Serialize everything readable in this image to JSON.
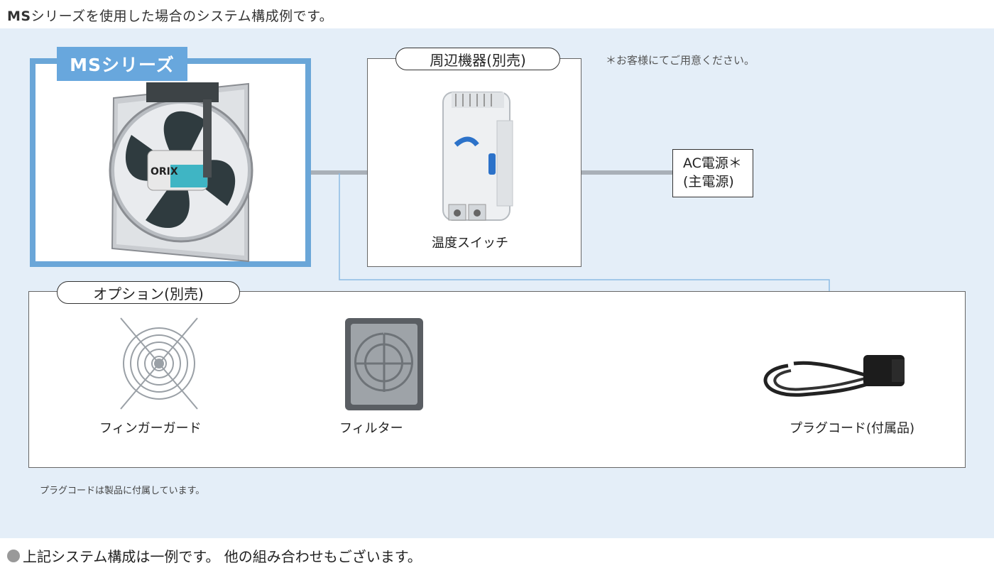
{
  "header": {
    "series": "MS",
    "text": "シリーズを使用した場合のシステム構成例です。"
  },
  "ms_series": {
    "tag": "MSシリーズ"
  },
  "peripherals": {
    "title": "周辺機器(別売)",
    "note": "＊お客様にてご用意ください。",
    "item_label": "温度スイッチ"
  },
  "ac_power": {
    "line1": "AC電源＊",
    "line2": "(主電源)"
  },
  "options": {
    "title": "オプション(別売)",
    "items": [
      {
        "label": "フィンガーガード"
      },
      {
        "label": "フィルター"
      },
      {
        "label": "プラグコード(付属品)"
      }
    ]
  },
  "footnote": "プラグコードは製品に付属しています。",
  "bottom_note": "上記システム構成は一例です。 他の組み合わせもございます。",
  "colors": {
    "background": "#e4eef8",
    "accent": "#68a7dd",
    "line": "#a9b0b8",
    "thin_line": "#6aa6d8"
  }
}
